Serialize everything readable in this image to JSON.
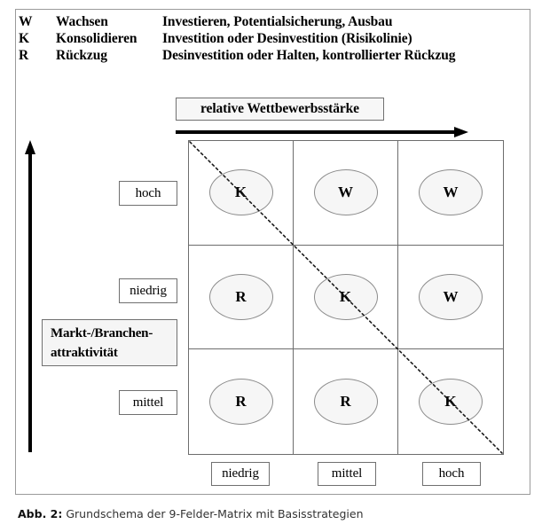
{
  "legend": {
    "rows": [
      {
        "key": "W",
        "name": "Wachsen",
        "desc": "Investieren, Potentialsicherung, Ausbau"
      },
      {
        "key": "K",
        "name": "Konsolidieren",
        "desc": "Investition oder Desinvestition (Risikolinie)"
      },
      {
        "key": "R",
        "name": "Rückzug",
        "desc": "Desinvestition oder Halten, kontrollierter Rückzug"
      }
    ]
  },
  "axes": {
    "x_title": "relative Wettbewerbsstärke",
    "y_title_line1": "Markt-/Branchen-",
    "y_title_line2": "attraktivität",
    "x_labels": [
      "niedrig",
      "mittel",
      "hoch"
    ],
    "y_labels": [
      "hoch",
      "niedrig",
      "mittel"
    ]
  },
  "chart_data": {
    "type": "heatmap",
    "title": "Grundschema der 9-Felder-Matrix mit Basisstrategien",
    "xlabel": "relative Wettbewerbsstärke",
    "ylabel": "Markt-/Branchenattraktivität",
    "x_categories": [
      "niedrig",
      "mittel",
      "hoch"
    ],
    "y_categories": [
      "hoch",
      "niedrig",
      "mittel"
    ],
    "cells": [
      {
        "row": 0,
        "col": 0,
        "value": "K"
      },
      {
        "row": 0,
        "col": 1,
        "value": "W"
      },
      {
        "row": 0,
        "col": 2,
        "value": "W"
      },
      {
        "row": 1,
        "col": 0,
        "value": "R"
      },
      {
        "row": 1,
        "col": 1,
        "value": "K"
      },
      {
        "row": 1,
        "col": 2,
        "value": "W"
      },
      {
        "row": 2,
        "col": 0,
        "value": "R"
      },
      {
        "row": 2,
        "col": 1,
        "value": "R"
      },
      {
        "row": 2,
        "col": 2,
        "value": "K"
      }
    ],
    "annotations": [
      {
        "name": "risikolinie",
        "type": "dotted-diagonal",
        "from": "top-left",
        "to": "bottom-right"
      }
    ],
    "grid": true,
    "legend_position": "top"
  },
  "caption": {
    "label": "Abb. 2:",
    "text": " Grundschema der 9-Felder-Matrix mit Basisstrategien"
  },
  "colors": {
    "frame": "#9a9a9a",
    "grid": "#6d6d6d",
    "bubble_fill": "#f6f6f6",
    "bubble_stroke": "#8c8c8c",
    "arrow": "#000000"
  }
}
